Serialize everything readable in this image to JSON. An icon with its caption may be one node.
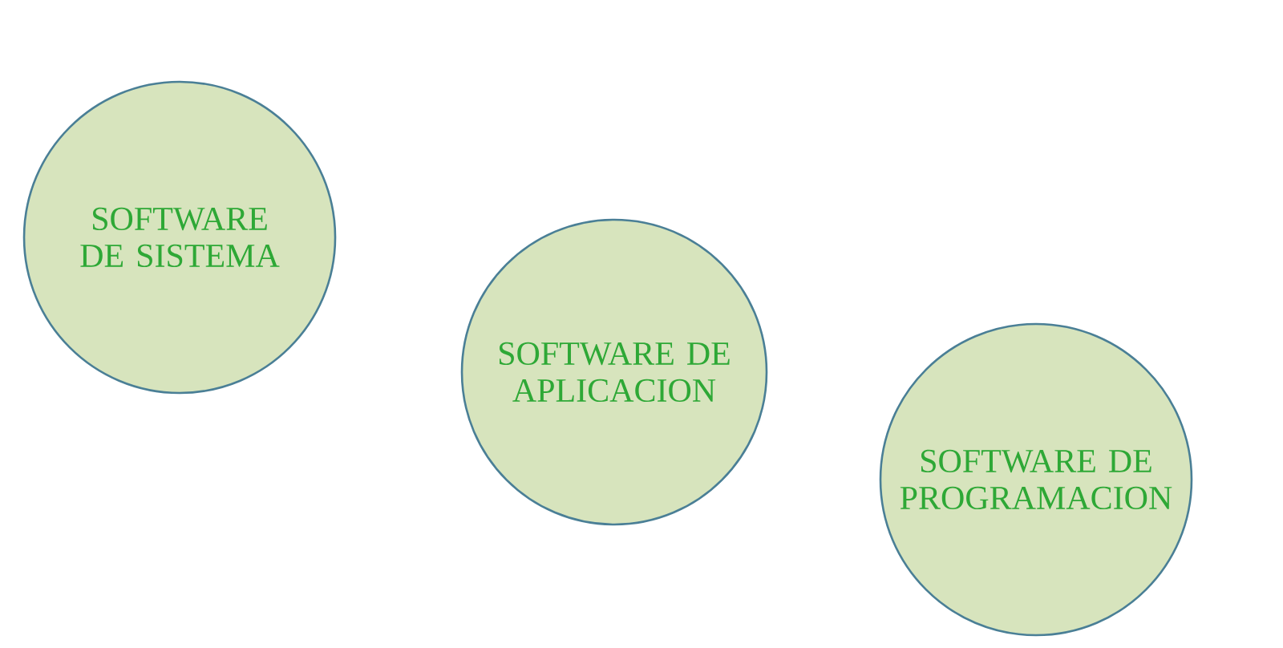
{
  "diagram": {
    "nodes": [
      {
        "text": [
          "SOFTWARE DE SISTEMA"
        ]
      },
      {
        "text": [
          "SOFTWARE DE APLICACION"
        ]
      },
      {
        "text": [
          "SOFTWARE DE PROGRAMACION"
        ]
      }
    ]
  }
}
